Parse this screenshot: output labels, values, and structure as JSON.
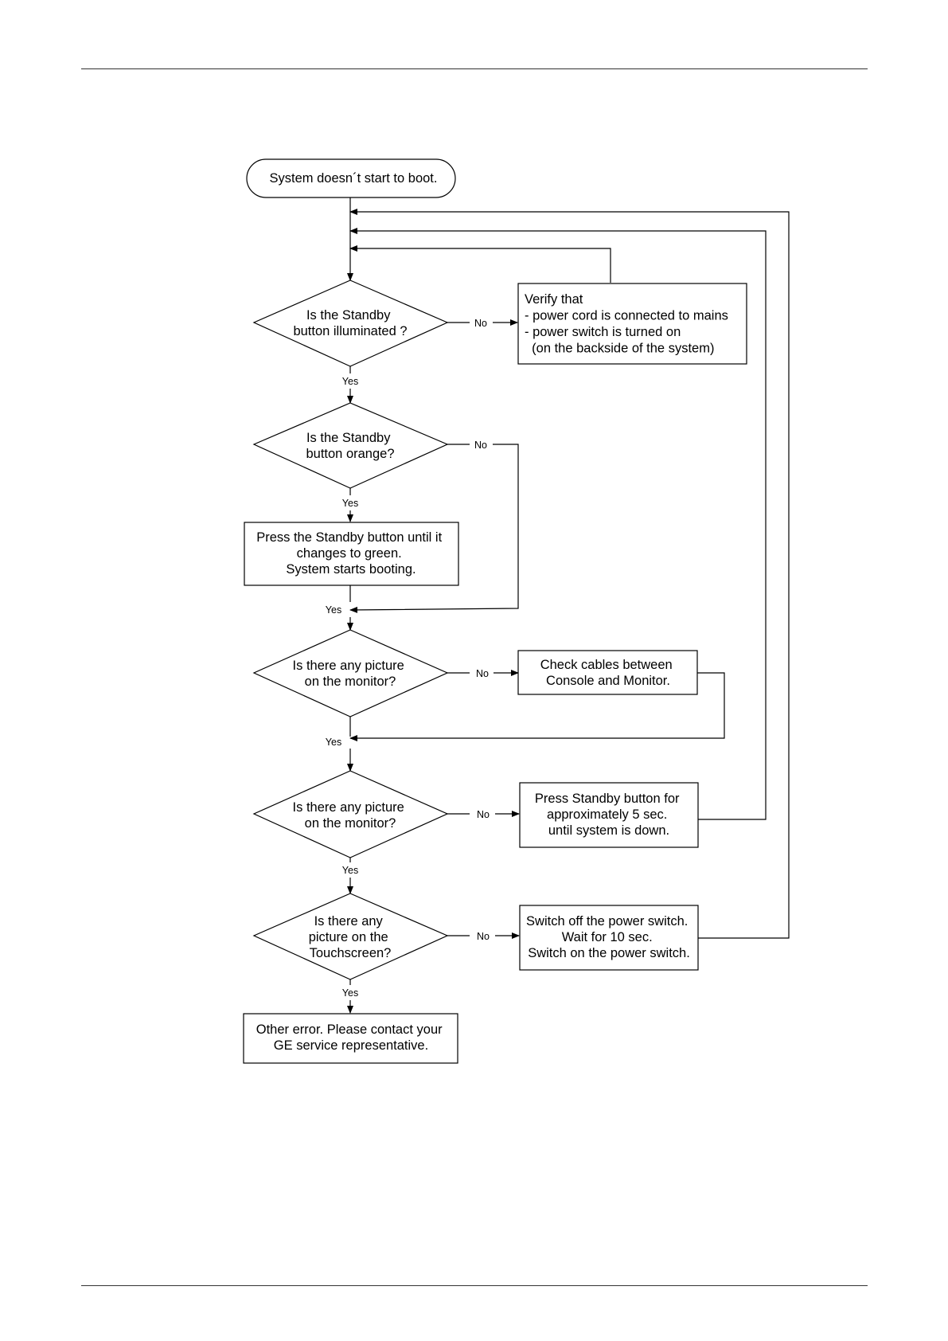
{
  "nodes": {
    "start": [
      "System doesn´t start to boot."
    ],
    "d1": [
      "Is the Standby",
      "button illuminated ?"
    ],
    "verify": [
      "Verify that",
      "- power cord is connected to mains",
      "- power switch is turned on",
      "  (on the backside of the system)"
    ],
    "d2": [
      "Is the Standby",
      "button orange?"
    ],
    "press_green": [
      "Press the Standby button until it",
      "changes to green.",
      "System starts booting."
    ],
    "d3": [
      "Is there any picture",
      "on the monitor?"
    ],
    "check_cables": [
      "Check cables between",
      "Console and Monitor."
    ],
    "d4": [
      "Is there any picture",
      "on the monitor?"
    ],
    "press_5sec": [
      "Press Standby button for",
      "approximately 5 sec.",
      "until system is down."
    ],
    "d5": [
      "Is there any",
      "picture on the",
      "Touchscreen?"
    ],
    "switch_off": [
      "Switch off the power switch.",
      "Wait for 10 sec.",
      "Switch on the power switch."
    ],
    "other_error": [
      "Other error. Please contact your",
      "GE service representative."
    ]
  },
  "labels": {
    "d1_no": "No",
    "d1_yes": "Yes",
    "d2_no": "No",
    "d2_yes": "Yes",
    "press_yes": "Yes",
    "d3_no": "No",
    "d3_yes": "Yes",
    "d4_no": "No",
    "d4_yes": "Yes",
    "d5_no": "No",
    "d5_yes": "Yes"
  }
}
